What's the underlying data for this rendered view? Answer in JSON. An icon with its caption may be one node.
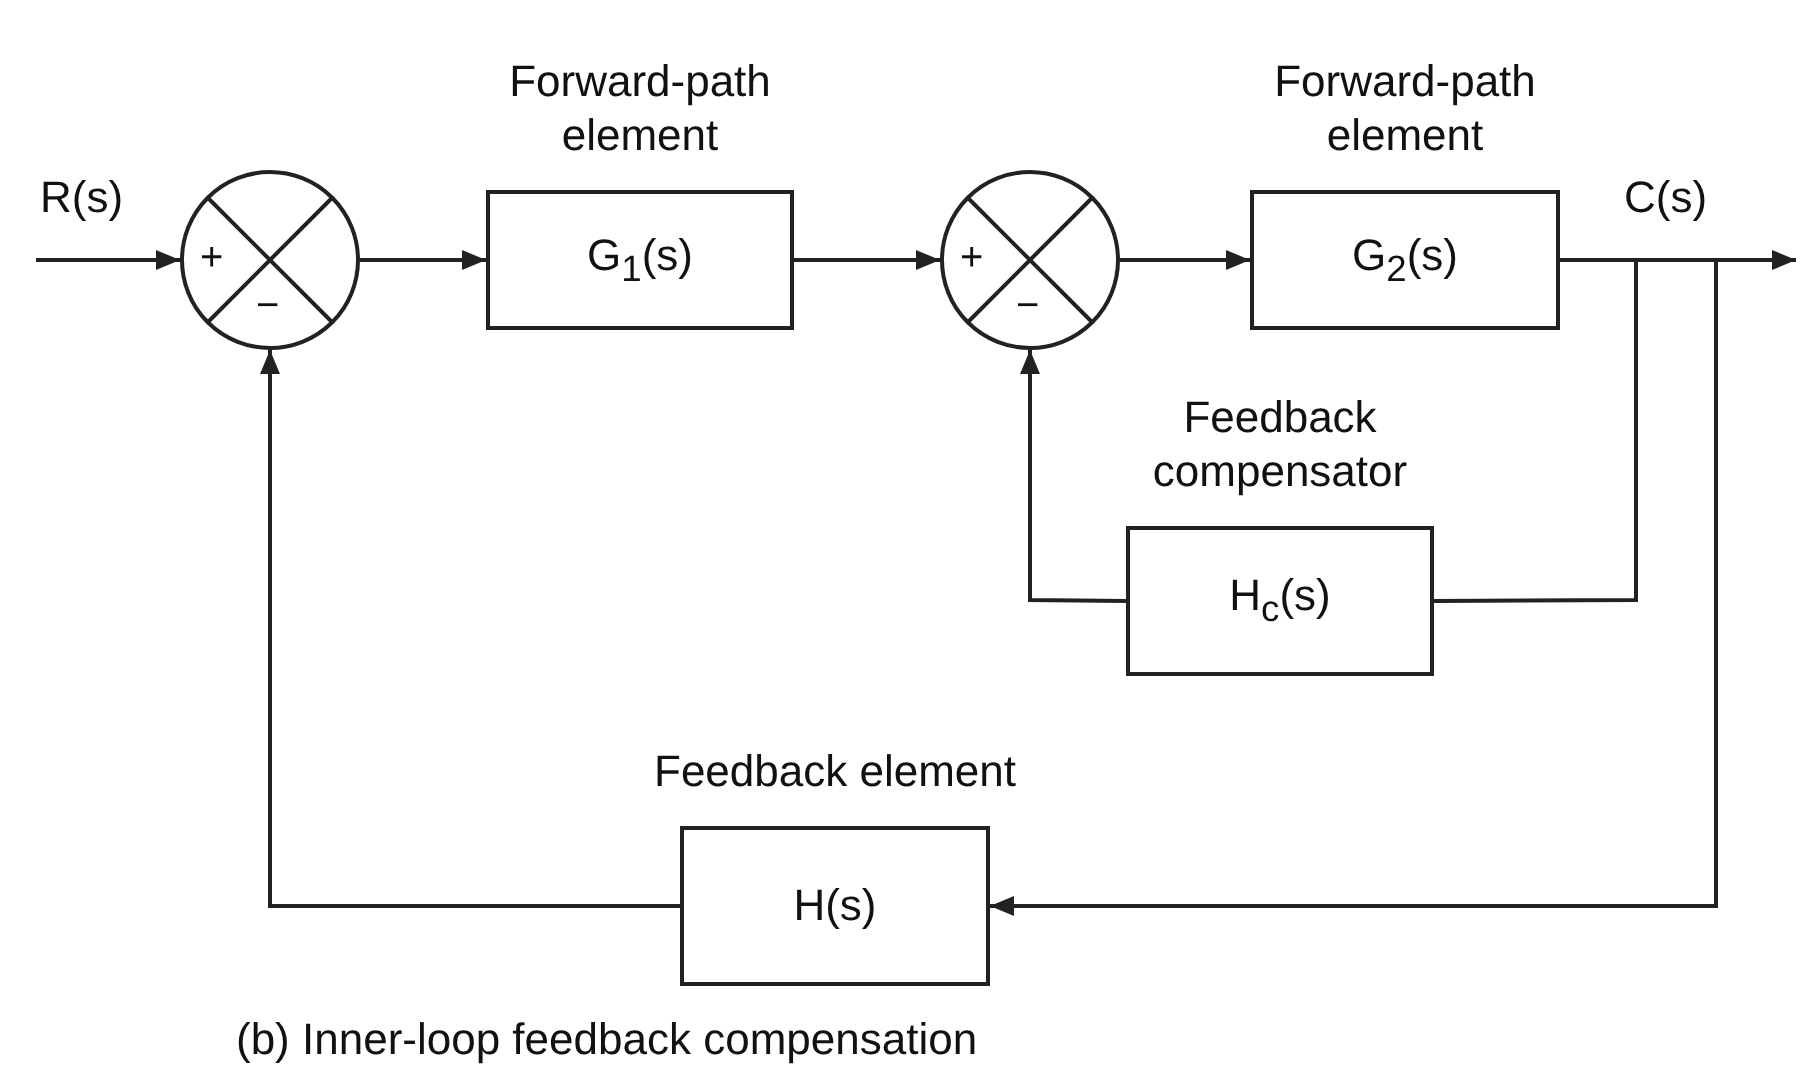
{
  "diagram": {
    "caption": "(b) Inner-loop feedback compensation",
    "nodes": [
      {
        "text": [
          "+",
          "−"
        ]
      },
      {
        "text": [
          "Forward-path element",
          "G$_{1}$(s)"
        ]
      },
      {
        "text": [
          "+",
          "−"
        ]
      },
      {
        "text": [
          "Forward-path element",
          "G$_{2}$(s)"
        ]
      },
      {
        "text": [
          "Feedback compensator",
          "H$_{c}$(s)"
        ]
      },
      {
        "text": [
          "Feedback element",
          "H(s)"
        ]
      }
    ],
    "edges": [
      {
        "from": null,
        "to": 0,
        "arrow": "to",
        "label": "R(s)"
      },
      {
        "from": 0,
        "to": 1,
        "arrow": "to"
      },
      {
        "from": 1,
        "to": 2,
        "arrow": "to"
      },
      {
        "from": 2,
        "to": 3,
        "arrow": "to"
      },
      {
        "from": 3,
        "to": null,
        "arrow": "to",
        "label": "C(s)"
      },
      {
        "from": 3,
        "to": 4,
        "arrow": "none"
      },
      {
        "from": 4,
        "to": 2,
        "arrow": "to"
      },
      {
        "from": 3,
        "to": 5,
        "arrow": "to"
      },
      {
        "from": 5,
        "to": 0,
        "arrow": "to"
      }
    ]
  }
}
